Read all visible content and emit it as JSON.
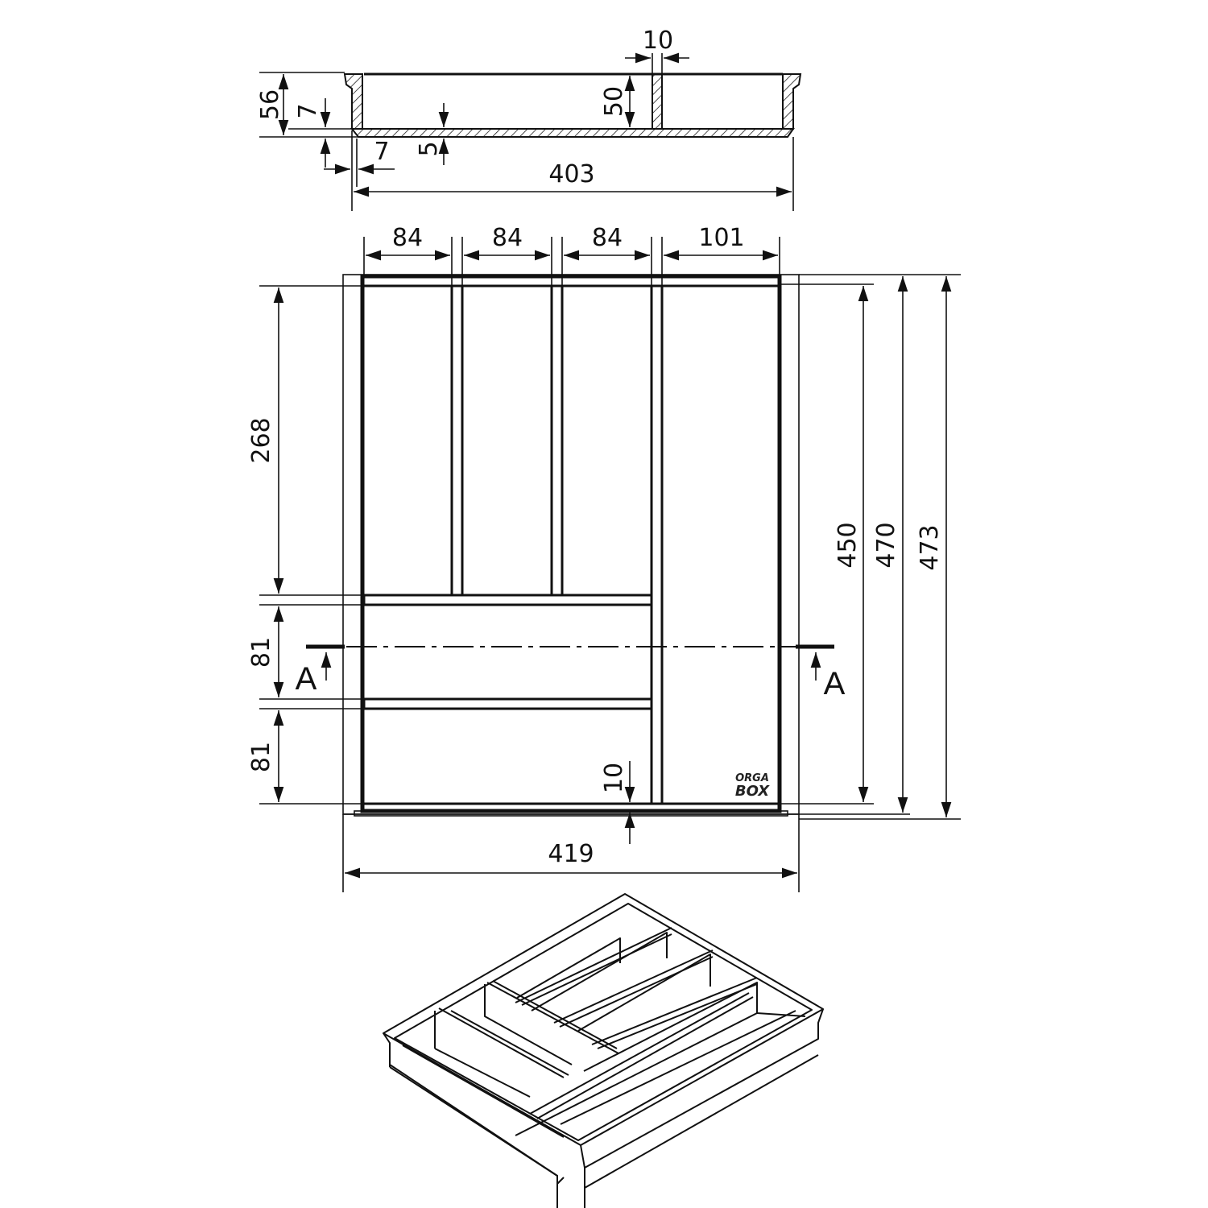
{
  "drawing": {
    "product_logo": {
      "line1": "ORGA",
      "line2": "BOX"
    },
    "section_view": {
      "dimensions": {
        "overall_height": "56",
        "inner_height": "50",
        "divider_thickness": "10",
        "lip_offset_vertical": "7",
        "lip_offset_horizontal": "7",
        "bottom_thickness": "5",
        "base_width": "403"
      }
    },
    "plan_view": {
      "dimensions": {
        "compartment_widths": [
          "84",
          "84",
          "84",
          "101"
        ],
        "left_heights": [
          "268",
          "81",
          "81"
        ],
        "inner_length": "450",
        "body_length": "470",
        "overall_length": "473",
        "end_wall_thickness": "10",
        "overall_width": "419"
      },
      "section_markers": {
        "left": "A",
        "right": "A"
      }
    },
    "isometric_view": {
      "label": ""
    }
  }
}
